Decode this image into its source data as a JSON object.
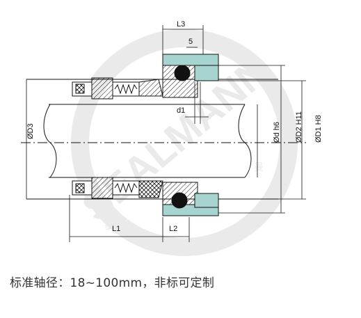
{
  "dimensions": {
    "l3": "L3",
    "five": "5",
    "d1": "d1",
    "d3": "ØD3",
    "d_h6": "Ød h6",
    "d2": "ØD2 H11",
    "d1_h8": "ØD1 H8",
    "l1": "L1",
    "l2": "L2"
  },
  "watermark": {
    "brand": "SEALMANN",
    "cjk": [
      "泰",
      "曼"
    ]
  },
  "caption": "标准轴径：18~100mm，非标可定制",
  "colors": {
    "seat": "#a8d4cf",
    "line": "#111111",
    "watermark": "#d9d9d9"
  }
}
